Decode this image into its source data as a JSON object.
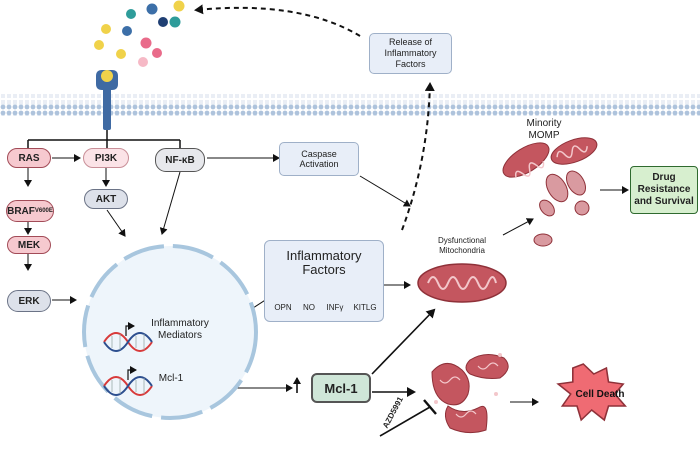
{
  "nodes": {
    "ras": "RAS",
    "pi3k": "PI3K",
    "nfkb": "NF-κB",
    "braf": "BRAF",
    "braf_sup": "V600E",
    "akt": "AKT",
    "mek": "MEK",
    "erk": "ERK",
    "caspase": "Caspase Activation",
    "release": "Release of Inflammatory Factors",
    "inflammatory_factors": "Inflammatory Factors",
    "drug": "Drug Resistance and Survival",
    "cell_death": "Cell Death",
    "mcl1_box": "Mcl-1"
  },
  "factors": [
    "OPN",
    "NO",
    "INFγ",
    "KITLG"
  ],
  "labels": {
    "inflammatory_mediators": "Inflammatory Mediators",
    "mcl1_gene": "Mcl-1",
    "dysfunctional": "Dysfunctional Mitochondria",
    "minority": "Minority MOMP",
    "inhibitor": "AZD5991"
  },
  "colors": {
    "node_red": "#f6c9cf",
    "node_grey": "#e7e8ec",
    "drug_box": "#d7efcf",
    "cell_death": "#ef6b73",
    "mito": "#c4565f",
    "membrane": "#b9cde3"
  }
}
